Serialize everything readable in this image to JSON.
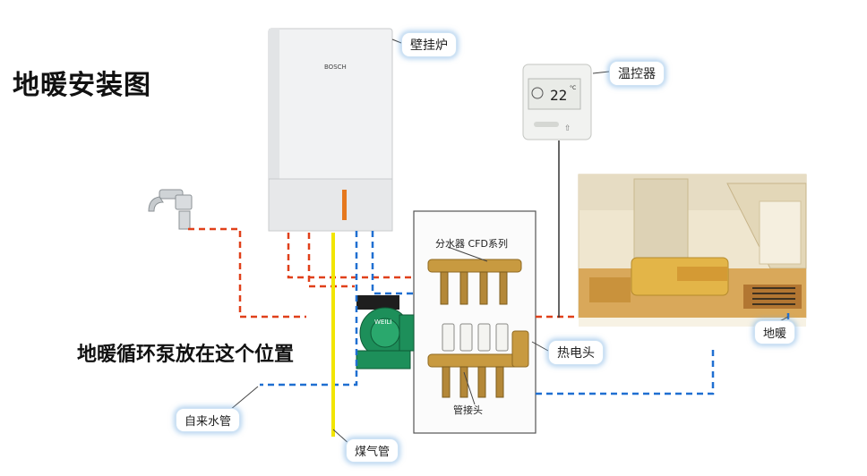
{
  "title": "地暖安装图",
  "pump_note": "地暖循环泵放在这个位置",
  "callouts": {
    "boiler": "壁挂炉",
    "thermostat": "温控器",
    "manifold_series": "分水器 CFD系列",
    "thermo_head": "热电头",
    "floor_heating": "地暖",
    "pipe_joint": "管接头",
    "tap_water_pipe": "自来水管",
    "gas_pipe": "煤气管"
  },
  "brand": {
    "boiler_logo": "BOSCH",
    "pump_logo": "WEILI"
  },
  "thermostat_display": "22",
  "thermostat_unit": "°C",
  "colors": {
    "hot_water_line": "#e0401a",
    "cold_water_line": "#1f6fd1",
    "gas_line": "#f2e500",
    "control_wire": "#333333",
    "callout_glow": "#78afe1",
    "pump_body": "#1d8f5a",
    "brass": "#c89a40"
  },
  "icons": [
    "faucet-icon",
    "boiler-unit",
    "thermostat-device",
    "manifold",
    "circulation-pump",
    "room-illustration"
  ]
}
